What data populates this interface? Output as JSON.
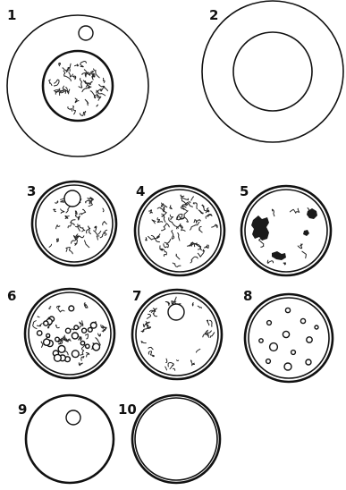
{
  "figure": {
    "panels": [
      {
        "id": "1",
        "label": "1",
        "description": "large ring with textured inner disc and nucleus"
      },
      {
        "id": "2",
        "label": "2",
        "description": "large ring with empty inner disc"
      },
      {
        "id": "3",
        "label": "3",
        "description": "textured disc with nucleus"
      },
      {
        "id": "4",
        "label": "4",
        "description": "fully textured disc"
      },
      {
        "id": "5",
        "label": "5",
        "description": "disc with dark clumps"
      },
      {
        "id": "6",
        "label": "6",
        "description": "textured disc with vacuoles"
      },
      {
        "id": "7",
        "label": "7",
        "description": "disc with textured rim and nucleus"
      },
      {
        "id": "8",
        "label": "8",
        "description": "disc with dots and small rings"
      },
      {
        "id": "9",
        "label": "9",
        "description": "empty disc with nucleus"
      },
      {
        "id": "10",
        "label": "10",
        "description": "empty disc"
      }
    ]
  }
}
